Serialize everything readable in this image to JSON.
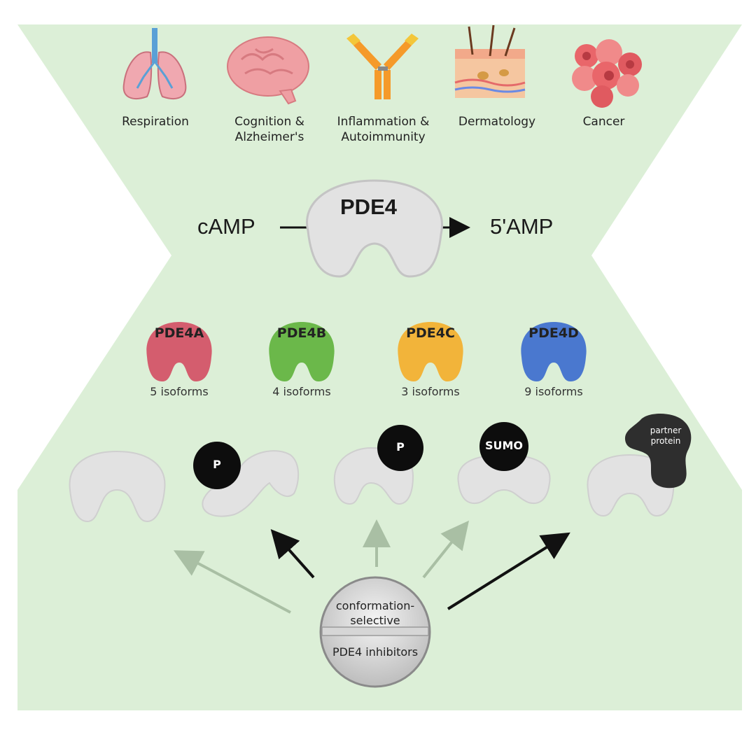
{
  "indications": [
    {
      "label": "Respiration",
      "icon": "lungs-icon"
    },
    {
      "label": "Cognition &\nAlzheimer's",
      "icon": "brain-icon"
    },
    {
      "label": "Inflammation &\nAutoimmunity",
      "icon": "antibody-icon"
    },
    {
      "label": "Dermatology",
      "icon": "skin-icon"
    },
    {
      "label": "Cancer",
      "icon": "tumor-cells-icon"
    }
  ],
  "reaction": {
    "substrate": "cAMP",
    "enzyme": "PDE4",
    "product": "5'AMP"
  },
  "subtypes": [
    {
      "name": "PDE4A",
      "isoforms": "5 isoforms",
      "color": "#d45d6e"
    },
    {
      "name": "PDE4B",
      "isoforms": "4 isoforms",
      "color": "#6bb84a"
    },
    {
      "name": "PDE4C",
      "isoforms": "3 isoforms",
      "color": "#f2b43a"
    },
    {
      "name": "PDE4D",
      "isoforms": "9 isoforms",
      "color": "#4a78cf"
    }
  ],
  "conformations": {
    "phospho_label": "P",
    "phospho_label_2": "P",
    "sumo_label": "SUMO",
    "partner_label": "partner\nprotein"
  },
  "inhibitor": {
    "line1": "conformation-",
    "line2": "selective",
    "line3": "PDE4 inhibitors"
  },
  "colors": {
    "background": "#dcefd7",
    "protein_gray": "#e2e2e2",
    "arrow_dark": "#111111",
    "arrow_light": "#a9bfa4"
  }
}
